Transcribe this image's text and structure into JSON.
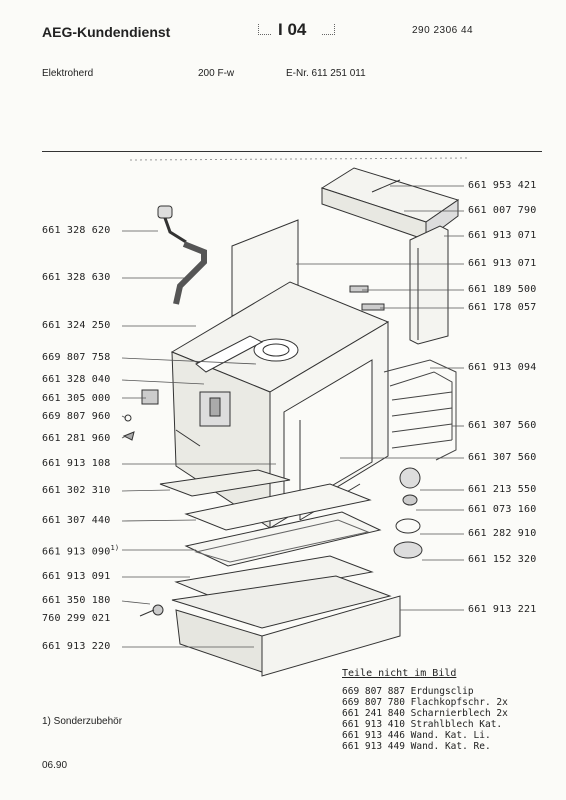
{
  "header": {
    "company": "AEG-Kundendienst",
    "code": "I 04",
    "doc_number": "290 2306 44",
    "appliance": "Elektroherd",
    "model": "200 F-w",
    "enr": "E-Nr. 611 251 011"
  },
  "parts_left": [
    "661 328 620",
    "661 328 630",
    "661 324 250",
    "669 807 758",
    "661 328 040",
    "661 305 000",
    "669 807 960",
    "661 281 960",
    "661 913 108",
    "661 302 310",
    "661 307 440",
    "661 913 090",
    "661 913 091",
    "661 350 180",
    "760 299 021",
    "661 913 220"
  ],
  "footnote_marker": "1)",
  "parts_right": [
    "661 953 421",
    "661 007 790",
    "661 913 071",
    "661 913 071",
    "661 189 500",
    "661 178 057",
    "661 913 094",
    "661 307 560",
    "661 307 560",
    "661 213 550",
    "661 073 160",
    "661 282 910",
    "661 152 320",
    "661 913 221"
  ],
  "legend": {
    "title": "Teile nicht im Bild",
    "items": [
      "669 807 887 Erdungsclip",
      "669 807 780 Flachkopfschr. 2x",
      "661 241 840 Scharnierblech 2x",
      "661 913 410 Strahlblech Kat.",
      "661 913 446 Wand. Kat. Li.",
      "661 913 449 Wand. Kat. Re."
    ]
  },
  "footnote": "1) Sonderzubehör",
  "date": "06.90"
}
